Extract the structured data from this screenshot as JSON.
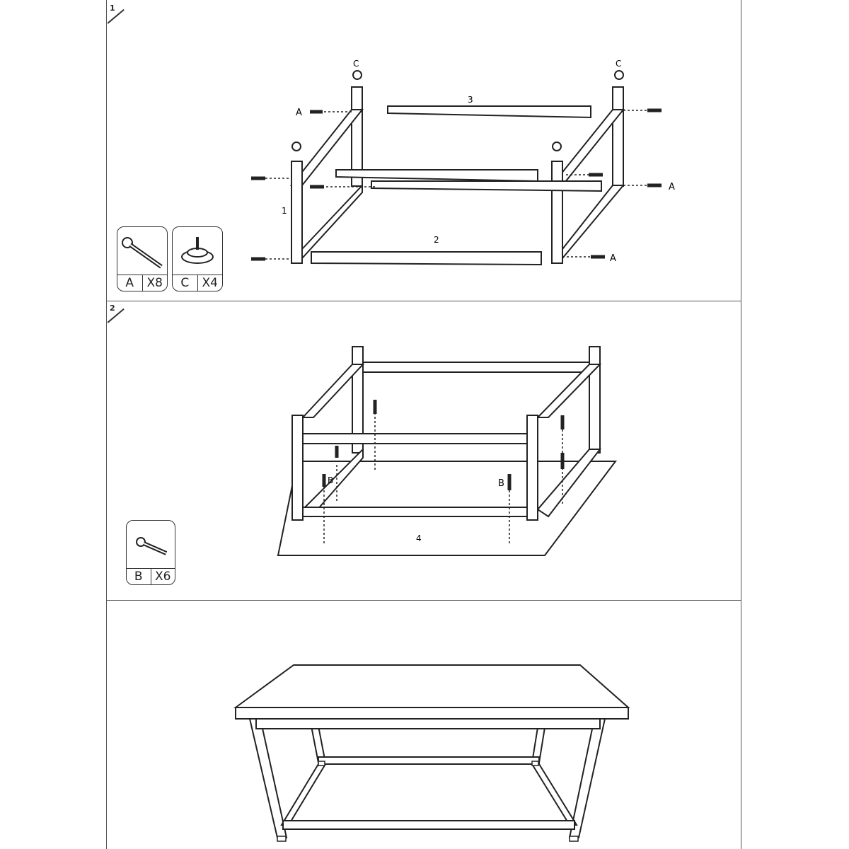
{
  "steps": [
    {
      "number": "1",
      "parts": [
        {
          "letter": "A",
          "qty": "X8",
          "icon": "bolt-icon"
        },
        {
          "letter": "C",
          "qty": "X4",
          "icon": "foot-pad-icon"
        }
      ],
      "labels": {
        "bolt": "A",
        "foot_pad": "C",
        "leg_frame": "1",
        "front_beam": "2",
        "back_beam": "3"
      }
    },
    {
      "number": "2",
      "parts": [
        {
          "letter": "B",
          "qty": "X6",
          "icon": "screw-icon"
        }
      ],
      "labels": {
        "screw": "B",
        "tabletop": "4"
      }
    }
  ]
}
